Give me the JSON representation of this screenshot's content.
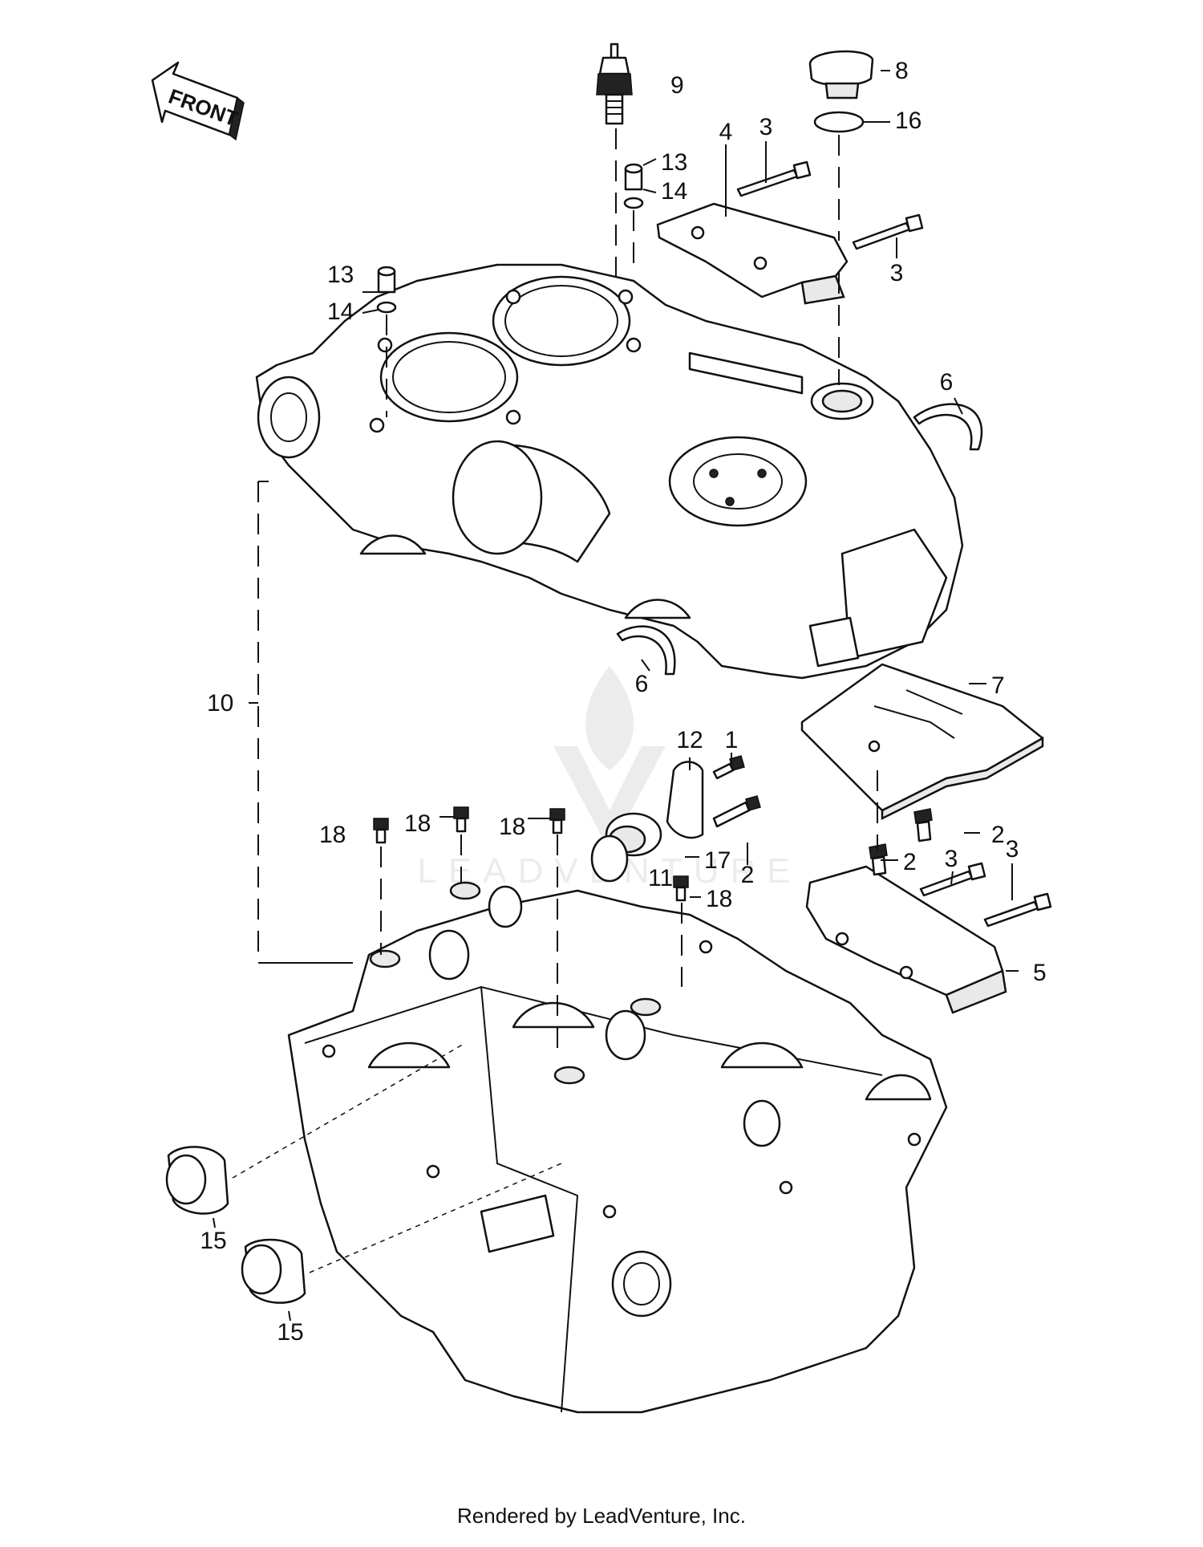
{
  "diagram": {
    "front_label": "FRONT",
    "callouts": [
      {
        "id": "1",
        "text": "1"
      },
      {
        "id": "2a",
        "text": "2"
      },
      {
        "id": "2b",
        "text": "2"
      },
      {
        "id": "2c",
        "text": "2"
      },
      {
        "id": "3a",
        "text": "3"
      },
      {
        "id": "3b",
        "text": "3"
      },
      {
        "id": "3c",
        "text": "3"
      },
      {
        "id": "3d",
        "text": "3"
      },
      {
        "id": "4",
        "text": "4"
      },
      {
        "id": "5",
        "text": "5"
      },
      {
        "id": "6a",
        "text": "6"
      },
      {
        "id": "6b",
        "text": "6"
      },
      {
        "id": "7",
        "text": "7"
      },
      {
        "id": "8",
        "text": "8"
      },
      {
        "id": "9",
        "text": "9"
      },
      {
        "id": "10",
        "text": "10"
      },
      {
        "id": "11",
        "text": "11"
      },
      {
        "id": "12",
        "text": "12"
      },
      {
        "id": "13a",
        "text": "13"
      },
      {
        "id": "13b",
        "text": "13"
      },
      {
        "id": "14a",
        "text": "14"
      },
      {
        "id": "14b",
        "text": "14"
      },
      {
        "id": "15a",
        "text": "15"
      },
      {
        "id": "15b",
        "text": "15"
      },
      {
        "id": "16",
        "text": "16"
      },
      {
        "id": "17",
        "text": "17"
      },
      {
        "id": "18a",
        "text": "18"
      },
      {
        "id": "18b",
        "text": "18"
      },
      {
        "id": "18c",
        "text": "18"
      },
      {
        "id": "18d",
        "text": "18"
      }
    ]
  },
  "footer": {
    "text": "Rendered by LeadVenture, Inc."
  }
}
